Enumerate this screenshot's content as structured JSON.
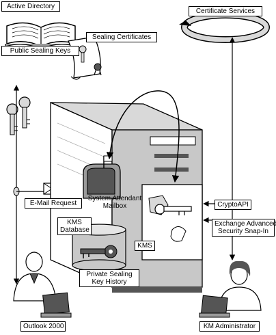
{
  "labels": {
    "active_directory": "Active Directory",
    "public_sealing_keys": "Public Sealing Keys",
    "sealing_certificates": "Sealing Certificates",
    "certificate_services": "Certificate Services",
    "email_request": "E-Mail Request",
    "system_attendant_line1": "System Attendant",
    "system_attendant_line2": "Mailbox",
    "kms_database_line1": "KMS",
    "kms_database_line2": "Database",
    "kms": "KMS",
    "cryptoapi": "CryptoAPI",
    "exchange_snapin_line1": "Exchange Advanced",
    "exchange_snapin_line2": "Security Snap-In",
    "private_key_history_line1": "Private Sealing",
    "private_key_history_line2": "Key History",
    "outlook": "Outlook 2000",
    "km_administrator": "KM Administrator"
  },
  "colors": {
    "ink": "#000000",
    "paper": "#ffffff",
    "gray_light": "#d9d9d9",
    "gray_mid": "#9a9a9a",
    "gray_dark": "#555555"
  }
}
